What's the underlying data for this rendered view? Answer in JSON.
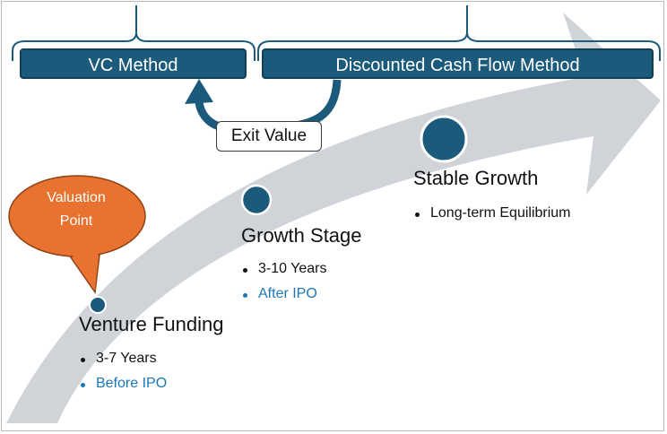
{
  "methods": {
    "vc": "VC Method",
    "dcf": "Discounted Cash Flow Method"
  },
  "exit_value": "Exit Value",
  "valuation_point": {
    "line1": "Valuation",
    "line2": "Point"
  },
  "stages": [
    {
      "title": "Venture Funding",
      "bullets": [
        "3-7 Years",
        "Before IPO"
      ]
    },
    {
      "title": "Growth Stage",
      "bullets": [
        "3-10 Years",
        "After IPO"
      ]
    },
    {
      "title": "Stable Growth",
      "bullets": [
        "Long-term Equilibrium"
      ]
    }
  ],
  "colors": {
    "method_fill": "#1b5a7a",
    "node_fill": "#1b5a7a",
    "callout_fill": "#e8722f",
    "arrow_fill": "#d0d3d8",
    "accent_text": "#1b78b8"
  },
  "icons": {
    "brace": "curly-brace-icon",
    "return_arrow": "curved-arrow-icon"
  }
}
